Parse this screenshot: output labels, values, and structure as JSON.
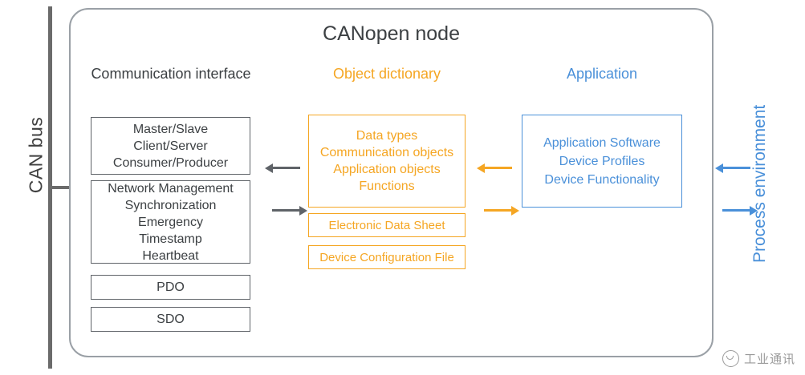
{
  "diagram": {
    "title": "CANopen node",
    "bus": {
      "label": "CAN bus"
    },
    "environment": {
      "label": "Process environment"
    },
    "columns": {
      "communication": {
        "heading": "Communication\ninterface",
        "heading_line1": "Communication",
        "heading_line2": "interface",
        "boxes": [
          {
            "name": "master-slave-box",
            "lines": [
              "Master/Slave",
              "Client/Server",
              "Consumer/Producer"
            ]
          },
          {
            "name": "network-management-box",
            "lines": [
              "Network Management",
              "Synchronization",
              "Emergency",
              "Timestamp",
              "Heartbeat"
            ]
          },
          {
            "name": "pdo-box",
            "lines": [
              "PDO"
            ]
          },
          {
            "name": "sdo-box",
            "lines": [
              "SDO"
            ]
          }
        ]
      },
      "object_dictionary": {
        "heading": "Object dictionary",
        "boxes": [
          {
            "name": "object-dictionary-box",
            "lines": [
              "Data types",
              "Communication objects",
              "Application objects",
              "Functions"
            ]
          },
          {
            "name": "electronic-data-sheet-box",
            "lines": [
              "Electronic Data Sheet"
            ]
          },
          {
            "name": "device-configuration-file-box",
            "lines": [
              "Device Configuration File"
            ]
          }
        ]
      },
      "application": {
        "heading": "Application",
        "boxes": [
          {
            "name": "application-box",
            "lines": [
              "Application Software",
              "Device Profiles",
              "Device Functionality"
            ]
          }
        ]
      }
    },
    "colors": {
      "grey": "#5f6368",
      "orange": "#f5a623",
      "blue": "#4a90d9",
      "outline": "#9aa0a6"
    }
  },
  "watermark": {
    "text": "工业通讯"
  }
}
